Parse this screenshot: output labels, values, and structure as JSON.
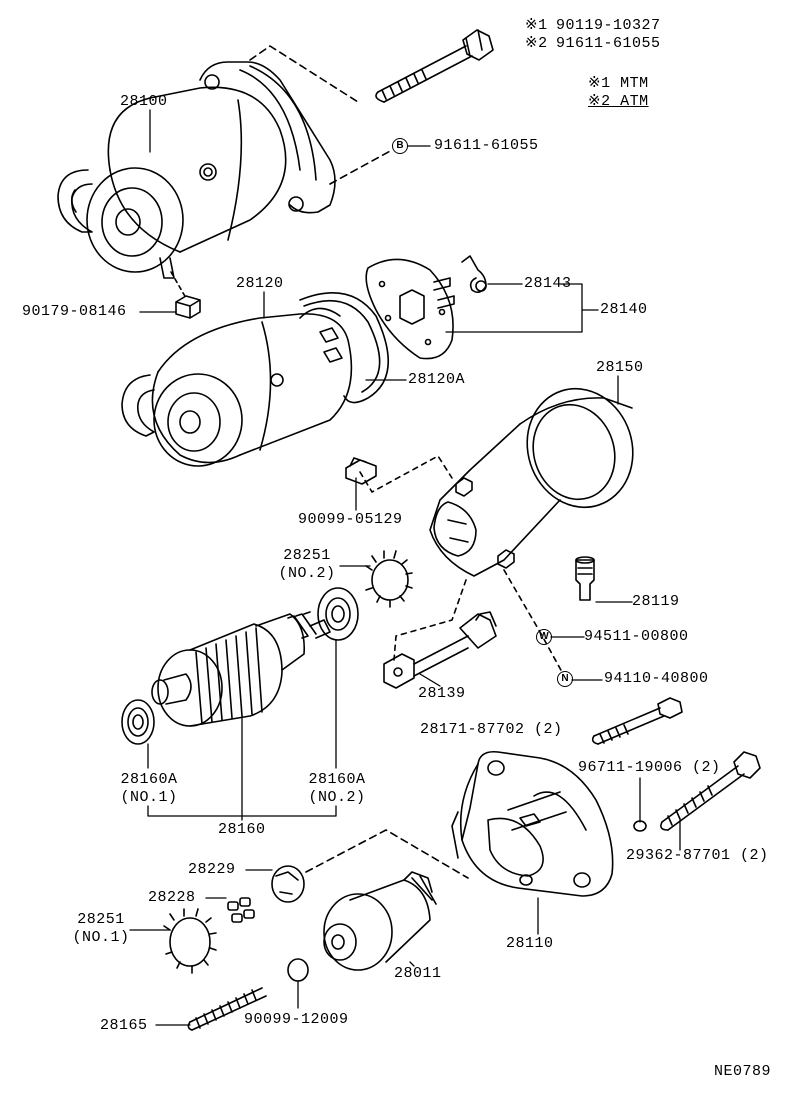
{
  "notes": {
    "n1_mark": "※1",
    "n1_part": "90119-10327",
    "n2_mark": "※2",
    "n2_part": "91611-61055",
    "legend1": "※1 MTM",
    "legend2": "※2 ATM"
  },
  "symbols": {
    "b": "B",
    "w": "W",
    "n": "N"
  },
  "parts": {
    "p28100": "28100",
    "p91611_61055": "91611-61055",
    "p90179_08146": "90179-08146",
    "p28120": "28120",
    "p28143": "28143",
    "p28140": "28140",
    "p28120A": "28120A",
    "p28150": "28150",
    "p90099_05129": "90099-05129",
    "p28251_2": "28251",
    "p28251_2_sub": "(NO.2)",
    "p28119": "28119",
    "p94511_00800": "94511-00800",
    "p94110_40800": "94110-40800",
    "p28139": "28139",
    "p28171_87702": "28171-87702 (2)",
    "p96711_19006": "96711-19006 (2)",
    "p29362_87701": "29362-87701 (2)",
    "p28160A_1": "28160A",
    "p28160A_1_sub": "(NO.1)",
    "p28160A_2": "28160A",
    "p28160A_2_sub": "(NO.2)",
    "p28160": "28160",
    "p28229": "28229",
    "p28228": "28228",
    "p28251_1": "28251",
    "p28251_1_sub": "(NO.1)",
    "p28110": "28110",
    "p28011": "28011",
    "p28165": "28165",
    "p90099_12009": "90099-12009"
  },
  "diagram_code": "NE0789"
}
